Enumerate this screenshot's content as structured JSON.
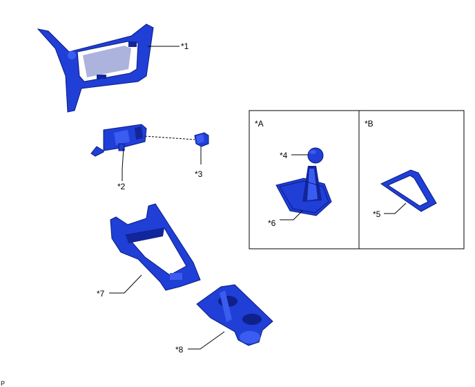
{
  "labels": {
    "p1": "*1",
    "p2": "*2",
    "p3": "*3",
    "p4": "*4",
    "p5": "*5",
    "p6": "*6",
    "p7": "*7",
    "p8": "*8",
    "boxA": "*A",
    "boxB": "*B",
    "corner": "P"
  },
  "colors": {
    "part_fill": "#1f3fd6",
    "part_outline": "#0a1a80"
  }
}
